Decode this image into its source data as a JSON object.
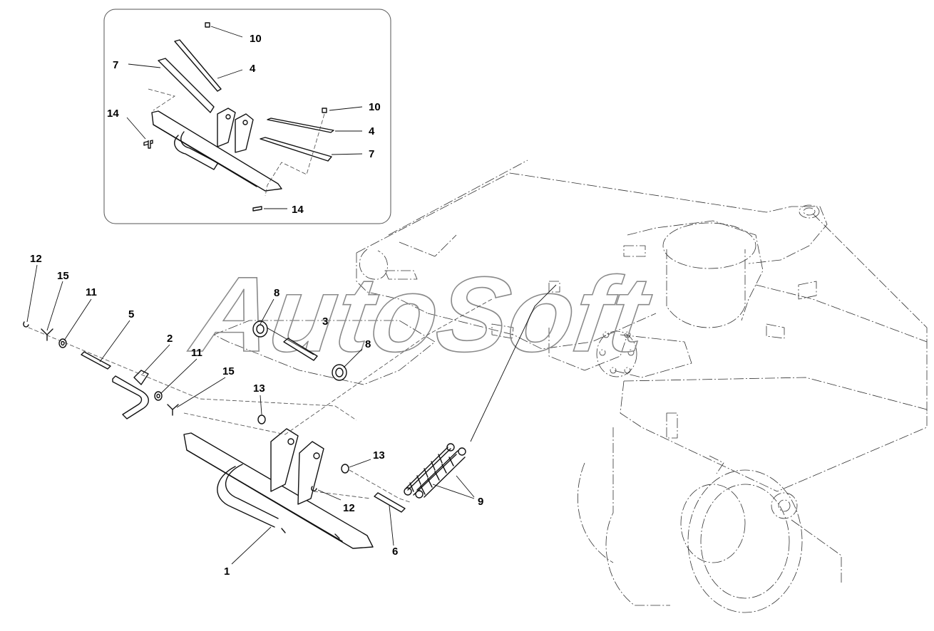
{
  "watermark": {
    "text": "AutoSoft"
  },
  "callouts": [
    {
      "id": "c-10a",
      "text": "10"
    },
    {
      "id": "c-7a",
      "text": "7"
    },
    {
      "id": "c-4a",
      "text": "4"
    },
    {
      "id": "c-14a",
      "text": "14"
    },
    {
      "id": "c-10b",
      "text": "10"
    },
    {
      "id": "c-4b",
      "text": "4"
    },
    {
      "id": "c-7b",
      "text": "7"
    },
    {
      "id": "c-14b",
      "text": "14"
    },
    {
      "id": "c-12a",
      "text": "12"
    },
    {
      "id": "c-15a",
      "text": "15"
    },
    {
      "id": "c-11a",
      "text": "11"
    },
    {
      "id": "c-5",
      "text": "5"
    },
    {
      "id": "c-2",
      "text": "2"
    },
    {
      "id": "c-11b",
      "text": "11"
    },
    {
      "id": "c-15b",
      "text": "15"
    },
    {
      "id": "c-8a",
      "text": "8"
    },
    {
      "id": "c-3",
      "text": "3"
    },
    {
      "id": "c-8b",
      "text": "8"
    },
    {
      "id": "c-13a",
      "text": "13"
    },
    {
      "id": "c-13b",
      "text": "13"
    },
    {
      "id": "c-12b",
      "text": "12"
    },
    {
      "id": "c-9",
      "text": "9"
    },
    {
      "id": "c-6",
      "text": "6"
    },
    {
      "id": "c-1",
      "text": "1"
    }
  ]
}
